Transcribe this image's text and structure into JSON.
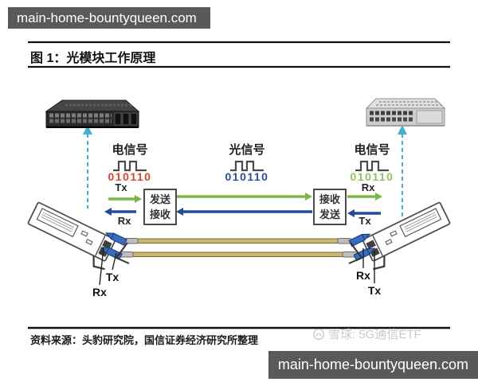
{
  "watermarks": {
    "top": "main-home-bountyqueen.com",
    "bottom": "main-home-bountyqueen.com"
  },
  "figure": {
    "title": "图 1：光模块工作原理",
    "source": "资料来源：头豹研究院，国信证券经济研究所整理",
    "brand": "雪球: 5G通信ETF"
  },
  "signals": {
    "left": {
      "label": "电信号",
      "bits": "010110",
      "tx": "Tx",
      "rx": "Rx"
    },
    "center": {
      "label": "光信号",
      "bits": "010110"
    },
    "right": {
      "label": "电信号",
      "bits": "010110",
      "rx": "Rx",
      "tx": "Tx"
    }
  },
  "boxes": {
    "left": {
      "line1": "发送",
      "line2": "接收"
    },
    "right": {
      "line1": "接收",
      "line2": "发送"
    }
  },
  "fiber_labels": {
    "left": {
      "tx": "Tx",
      "rx": "Rx"
    },
    "right": {
      "rx": "Rx",
      "tx": "Tx"
    }
  },
  "colors": {
    "bits_left": "#d9452c",
    "bits_center": "#2b4d9e",
    "bits_right": "#94c25e",
    "arrow_green": "#7ab648",
    "arrow_blue": "#24489a",
    "fiber": "#c9b873",
    "dashed_link": "#45aed6",
    "watermark_bg": "#58595b"
  }
}
